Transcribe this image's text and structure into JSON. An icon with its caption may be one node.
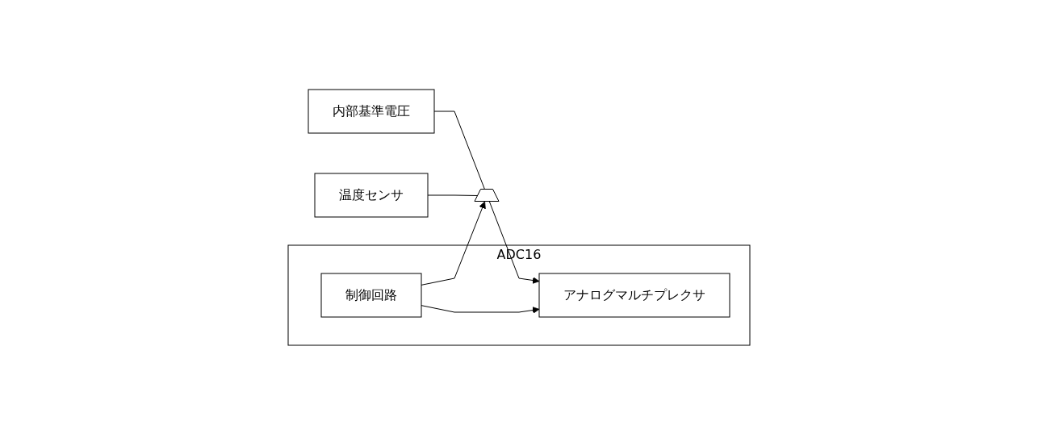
{
  "diagram": {
    "nodes": [
      {
        "text": [
          "ADC16"
        ]
      },
      {
        "text": [
          "アナログマルチプレクサ"
        ],
        "in": 0
      },
      {
        "text": [
          "制御回路"
        ],
        "in": 0
      },
      {
        "text": [
          "内部基準電圧"
        ]
      },
      {
        "text": [
          "温度センサ"
        ]
      },
      {
        "text": [],
        "shape": "trapezoid"
      }
    ],
    "edges": [
      {
        "from": 3,
        "to": 5,
        "arrow": "none"
      },
      {
        "from": 4,
        "to": 5,
        "arrow": "none"
      },
      {
        "from": 5,
        "to": 1,
        "arrow": "to"
      },
      {
        "from": 2,
        "to": 1,
        "arrow": "to"
      },
      {
        "from": 2,
        "to": 5,
        "arrow": "to"
      }
    ]
  }
}
